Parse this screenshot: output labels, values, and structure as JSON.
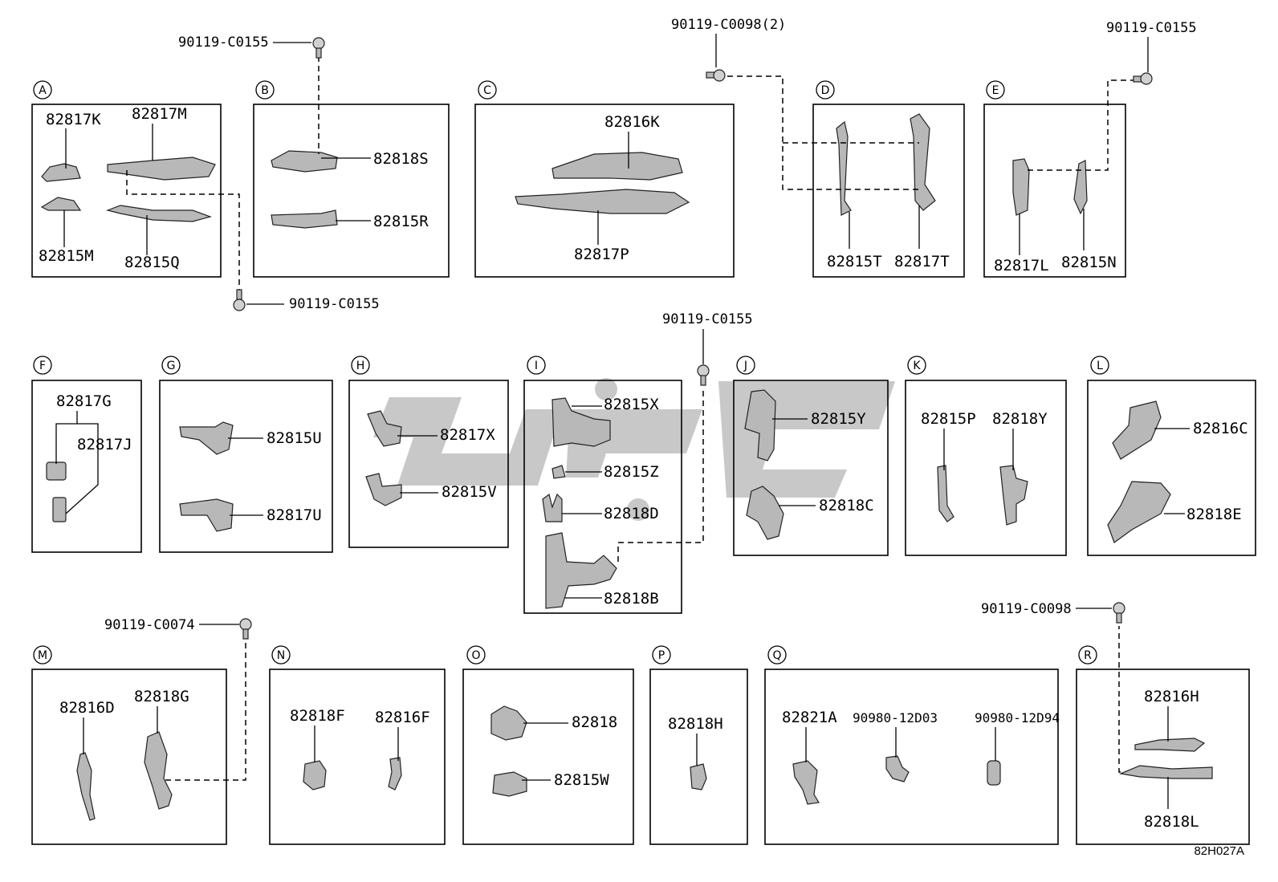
{
  "sections": [
    {
      "id": "A",
      "parts": [
        "82817K",
        "82817M",
        "82815M",
        "82815Q"
      ]
    },
    {
      "id": "B",
      "parts": [
        "82818S",
        "82815R"
      ]
    },
    {
      "id": "C",
      "parts": [
        "82816K",
        "82817P"
      ]
    },
    {
      "id": "D",
      "parts": [
        "82815T",
        "82817T"
      ]
    },
    {
      "id": "E",
      "parts": [
        "82817L",
        "82815N"
      ]
    },
    {
      "id": "F",
      "parts": [
        "82817G",
        "82817J"
      ]
    },
    {
      "id": "G",
      "parts": [
        "82815U",
        "82817U"
      ]
    },
    {
      "id": "H",
      "parts": [
        "82817X",
        "82815V"
      ]
    },
    {
      "id": "I",
      "parts": [
        "82815X",
        "82815Z",
        "82818D",
        "82818B"
      ]
    },
    {
      "id": "J",
      "parts": [
        "82815Y",
        "82818C"
      ]
    },
    {
      "id": "K",
      "parts": [
        "82815P",
        "82818Y"
      ]
    },
    {
      "id": "L",
      "parts": [
        "82816C",
        "82818E"
      ]
    },
    {
      "id": "M",
      "parts": [
        "82816D",
        "82818G"
      ]
    },
    {
      "id": "N",
      "parts": [
        "82818F",
        "82816F"
      ]
    },
    {
      "id": "O",
      "parts": [
        "82818",
        "82815W"
      ]
    },
    {
      "id": "P",
      "parts": [
        "82818H"
      ]
    },
    {
      "id": "Q",
      "parts": [
        "82821A",
        "90980-12D03",
        "90980-12D94"
      ]
    },
    {
      "id": "R",
      "parts": [
        "82816H",
        "82818L"
      ]
    }
  ],
  "fasteners": {
    "b_top": "90119-C0155",
    "a_bottom": "90119-C0155",
    "d_top": "90119-C0098(2)",
    "e_top": "90119-C0155",
    "i_top": "90119-C0155",
    "m_top": "90119-C0074",
    "r_top": "90119-C0098"
  },
  "diagram_code": "82H027A"
}
